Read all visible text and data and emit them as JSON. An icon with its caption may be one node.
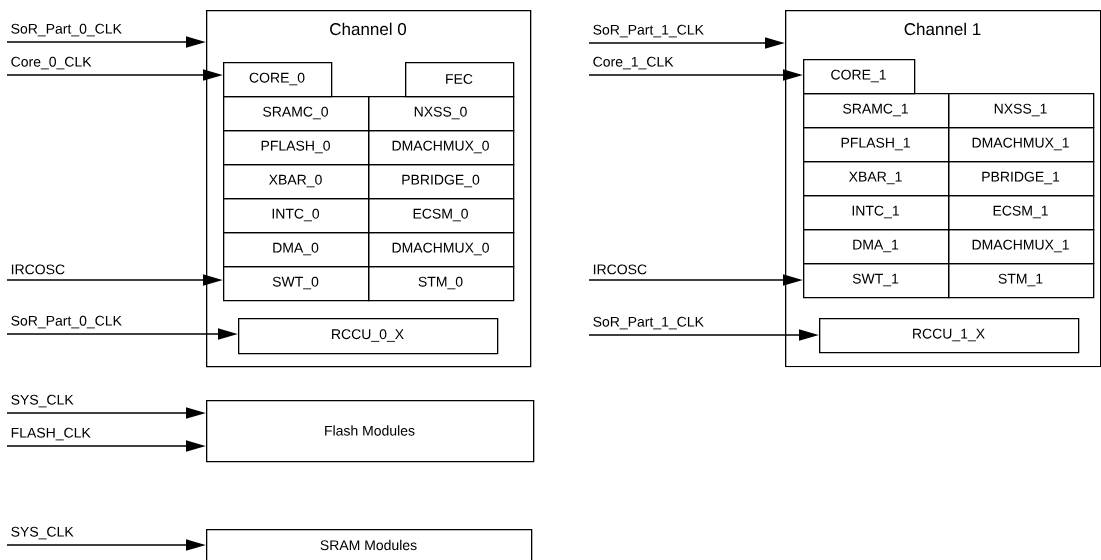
{
  "diagram": {
    "nodes": [
      {
        "text": [
          "Channel 0"
        ]
      },
      {
        "text": [
          "CORE_0"
        ],
        "in": 0
      },
      {
        "text": [
          "FEC"
        ],
        "in": 0
      },
      {
        "text": [
          "SRAMC_0"
        ],
        "in": 0
      },
      {
        "text": [
          "NXSS_0"
        ],
        "in": 0
      },
      {
        "text": [
          "PFLASH_0"
        ],
        "in": 0
      },
      {
        "text": [
          "DMACHMUX_0"
        ],
        "in": 0
      },
      {
        "text": [
          "XBAR_0"
        ],
        "in": 0
      },
      {
        "text": [
          "PBRIDGE_0"
        ],
        "in": 0
      },
      {
        "text": [
          "INTC_0"
        ],
        "in": 0
      },
      {
        "text": [
          "ECSM_0"
        ],
        "in": 0
      },
      {
        "text": [
          "DMA_0"
        ],
        "in": 0
      },
      {
        "text": [
          "DMACHMUX_0"
        ],
        "in": 0
      },
      {
        "text": [
          "SWT_0"
        ],
        "in": 0
      },
      {
        "text": [
          "STM_0"
        ],
        "in": 0
      },
      {
        "text": [
          "RCCU_0_X"
        ],
        "in": 0
      },
      {
        "text": [
          "Channel 1"
        ]
      },
      {
        "text": [
          "CORE_1"
        ],
        "in": 16
      },
      {
        "text": [
          "SRAMC_1"
        ],
        "in": 16
      },
      {
        "text": [
          "NXSS_1"
        ],
        "in": 16
      },
      {
        "text": [
          "PFLASH_1"
        ],
        "in": 16
      },
      {
        "text": [
          "DMACHMUX_1"
        ],
        "in": 16
      },
      {
        "text": [
          "XBAR_1"
        ],
        "in": 16
      },
      {
        "text": [
          "PBRIDGE_1"
        ],
        "in": 16
      },
      {
        "text": [
          "INTC_1"
        ],
        "in": 16
      },
      {
        "text": [
          "ECSM_1"
        ],
        "in": 16
      },
      {
        "text": [
          "DMA_1"
        ],
        "in": 16
      },
      {
        "text": [
          "DMACHMUX_1"
        ],
        "in": 16
      },
      {
        "text": [
          "SWT_1"
        ],
        "in": 16
      },
      {
        "text": [
          "STM_1"
        ],
        "in": 16
      },
      {
        "text": [
          "RCCU_1_X"
        ],
        "in": 16
      },
      {
        "text": [
          "Flash Modules"
        ]
      },
      {
        "text": [
          "SRAM Modules"
        ]
      }
    ],
    "edges": [
      {
        "from": null,
        "to": 0,
        "arrow": "to",
        "label": "SoR_Part_0_CLK"
      },
      {
        "from": null,
        "to": 1,
        "arrow": "to",
        "label": "Core_0_CLK"
      },
      {
        "from": null,
        "to": 13,
        "arrow": "to",
        "label": "IRCOSC"
      },
      {
        "from": null,
        "to": 15,
        "arrow": "to",
        "label": "SoR_Part_0_CLK"
      },
      {
        "from": null,
        "to": 16,
        "arrow": "to",
        "label": "SoR_Part_1_CLK"
      },
      {
        "from": null,
        "to": 17,
        "arrow": "to",
        "label": "Core_1_CLK"
      },
      {
        "from": null,
        "to": 28,
        "arrow": "to",
        "label": "IRCOSC"
      },
      {
        "from": null,
        "to": 30,
        "arrow": "to",
        "label": "SoR_Part_1_CLK"
      },
      {
        "from": null,
        "to": 31,
        "arrow": "to",
        "label": "SYS_CLK"
      },
      {
        "from": null,
        "to": 31,
        "arrow": "to",
        "label": "FLASH_CLK"
      },
      {
        "from": null,
        "to": 32,
        "arrow": "to",
        "label": "SYS_CLK"
      }
    ]
  }
}
